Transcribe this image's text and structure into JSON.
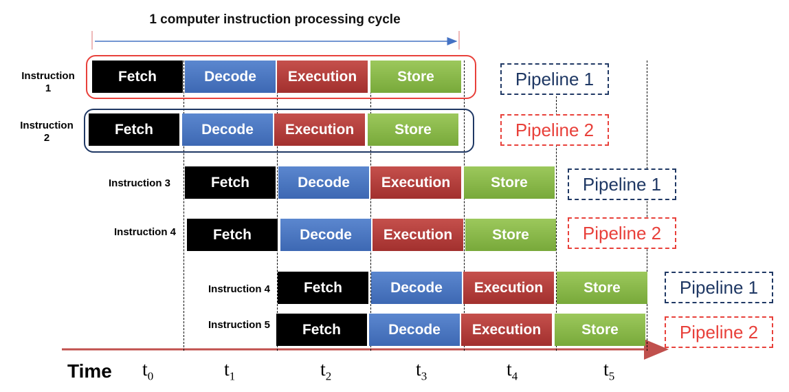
{
  "title": "1 computer instruction processing cycle",
  "time_label": "Time",
  "ticks": [
    {
      "base": "t",
      "sub": "0"
    },
    {
      "base": "t",
      "sub": "1"
    },
    {
      "base": "t",
      "sub": "2"
    },
    {
      "base": "t",
      "sub": "3"
    },
    {
      "base": "t",
      "sub": "4"
    },
    {
      "base": "t",
      "sub": "5"
    }
  ],
  "rows": [
    {
      "label_line1": "Instruction",
      "label_line2": "1",
      "stages": [
        "Fetch",
        "Decode",
        "Execution",
        "Store"
      ]
    },
    {
      "label_line1": "Instruction",
      "label_line2": "2",
      "stages": [
        "Fetch",
        "Decode",
        "Execution",
        "Store"
      ]
    },
    {
      "label": "Instruction 3",
      "stages": [
        "Fetch",
        "Decode",
        "Execution",
        "Store"
      ]
    },
    {
      "label": "Instruction 4",
      "stages": [
        "Fetch",
        "Decode",
        "Execution",
        "Store"
      ]
    },
    {
      "label": "Instruction 4",
      "stages": [
        "Fetch",
        "Decode",
        "Execution",
        "Store"
      ]
    },
    {
      "label": "Instruction 5",
      "stages": [
        "Fetch",
        "Decode",
        "Execution",
        "Store"
      ]
    }
  ],
  "pipelines": [
    "Pipeline 1",
    "Pipeline 2",
    "Pipeline 1",
    "Pipeline 2",
    "Pipeline 1",
    "Pipeline 2"
  ],
  "colors": {
    "fetch": "#000000",
    "decode": "#4472c4",
    "execution": "#b03a37",
    "store": "#8ab84a",
    "pipeline1": "#1f3864",
    "pipeline2": "#e8403a",
    "group1": "#e8403a",
    "group2": "#1f3864",
    "time_arrow": "#c0504d",
    "cycle_arrow": "#4472c4"
  }
}
